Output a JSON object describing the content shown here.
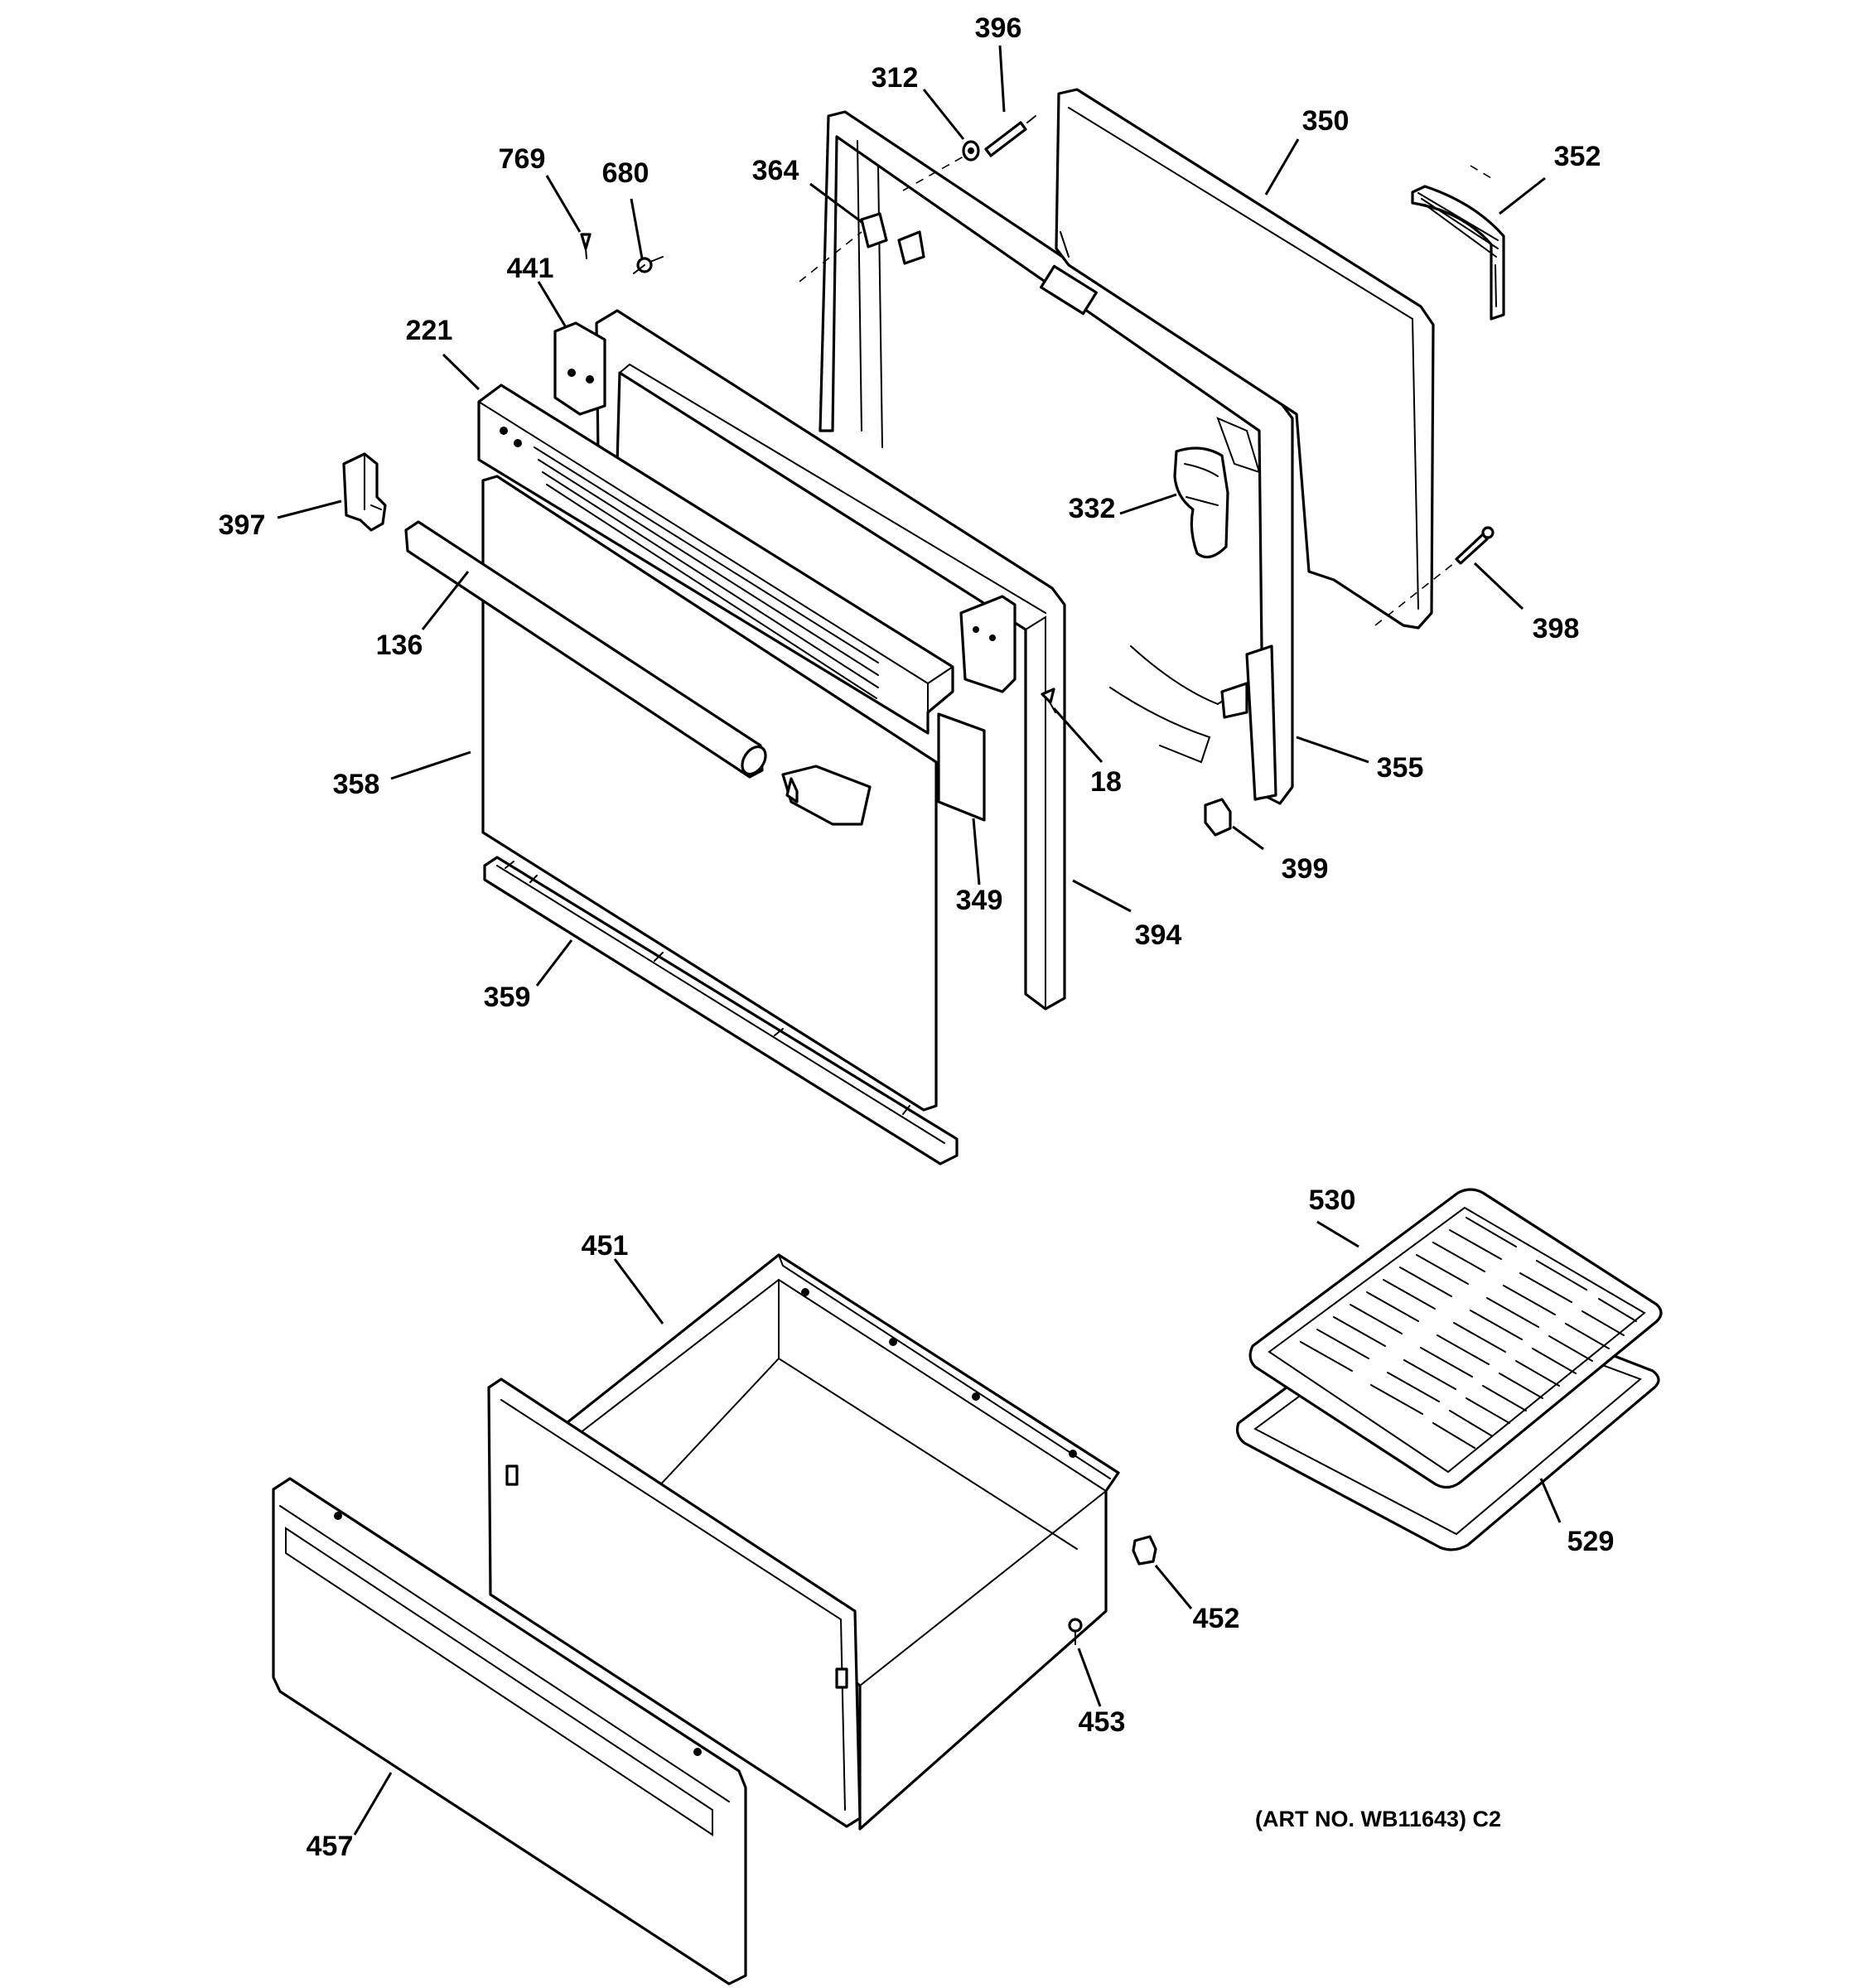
{
  "diagram": {
    "callouts": {
      "p396": "396",
      "p312": "312",
      "p350": "350",
      "p352": "352",
      "p769": "769",
      "p680": "680",
      "p364": "364",
      "p441": "441",
      "p221": "221",
      "p397": "397",
      "p332": "332",
      "p398": "398",
      "p136": "136",
      "p18": "18",
      "p355": "355",
      "p358": "358",
      "p399": "399",
      "p349": "349",
      "p394": "394",
      "p359": "359",
      "p530": "530",
      "p451": "451",
      "p529": "529",
      "p452": "452",
      "p453": "453",
      "p457": "457"
    },
    "art_number": "(ART NO. WB11643) C2"
  }
}
